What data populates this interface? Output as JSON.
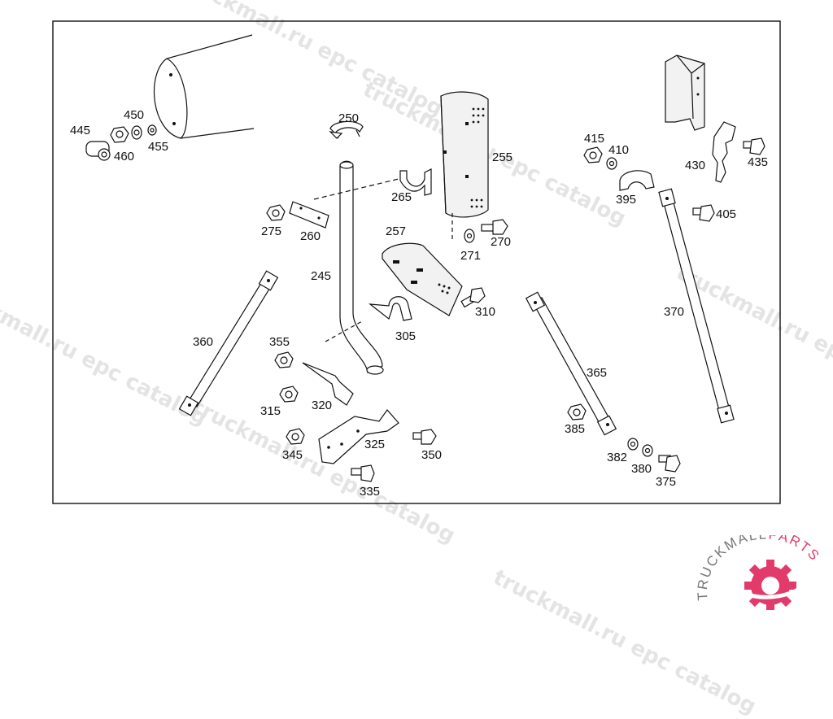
{
  "watermark": {
    "text": "truckmall.ru epc catalog"
  },
  "logo": {
    "text": "TRUCKMALLPARTS",
    "brand_color": "#e23a6b"
  },
  "parts": {
    "p245": "245",
    "p250": "250",
    "p255": "255",
    "p257": "257",
    "p260": "260",
    "p265": "265",
    "p270": "270",
    "p271": "271",
    "p275": "275",
    "p305": "305",
    "p310": "310",
    "p315": "315",
    "p320": "320",
    "p325": "325",
    "p335": "335",
    "p345": "345",
    "p350": "350",
    "p355": "355",
    "p360": "360",
    "p365": "365",
    "p370": "370",
    "p375": "375",
    "p380": "380",
    "p382": "382",
    "p385": "385",
    "p395": "395",
    "p405": "405",
    "p410": "410",
    "p415": "415",
    "p430": "430",
    "p435": "435",
    "p445": "445",
    "p450": "450",
    "p455": "455",
    "p460": "460"
  }
}
